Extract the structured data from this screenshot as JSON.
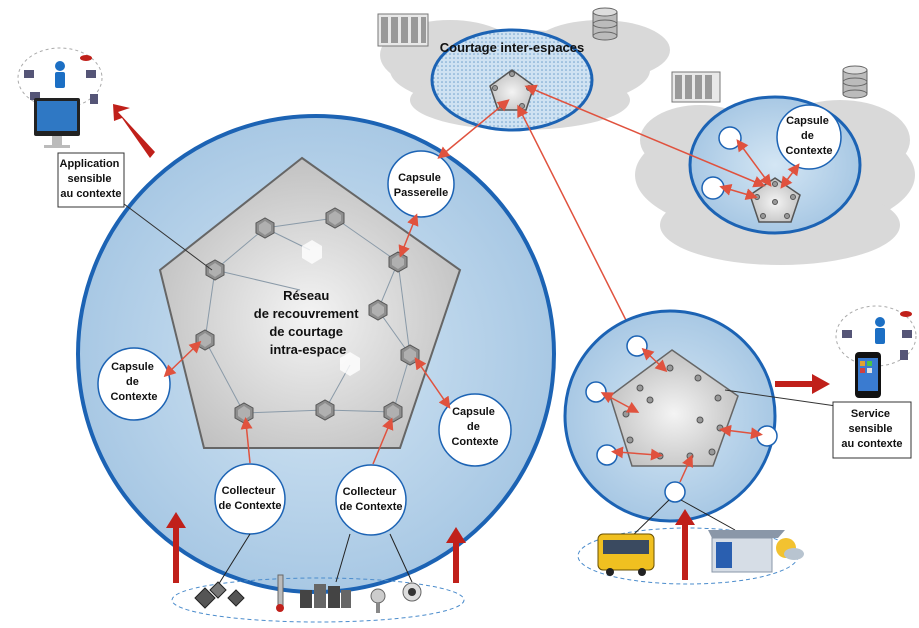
{
  "labels": {
    "courtage": "Courtage inter-espaces",
    "reseau": [
      "Réseau",
      "de recouvrement",
      "de courtage",
      "intra-espace"
    ],
    "capsule_passerelle": [
      "Capsule",
      "Passerelle"
    ],
    "capsule_left": [
      "Capsule",
      "de",
      "Contexte"
    ],
    "capsule_right": [
      "Capsule",
      "de",
      "Contexte"
    ],
    "capsule_topright": [
      "Capsule",
      "de",
      "Contexte"
    ],
    "collecteur_1": [
      "Collecteur",
      "de Contexte"
    ],
    "collecteur_2": [
      "Collecteur",
      "de Contexte"
    ],
    "application": [
      "Application",
      "sensible",
      "au contexte"
    ],
    "service": [
      "Service",
      "sensible",
      "au contexte"
    ]
  },
  "colors": {
    "blue_fill": "#bcd5ea",
    "blue_stroke": "#1c63b4",
    "arrow_red": "#c0201a",
    "link_red": "#e0523e",
    "pentagon": "#dcdcdc"
  }
}
